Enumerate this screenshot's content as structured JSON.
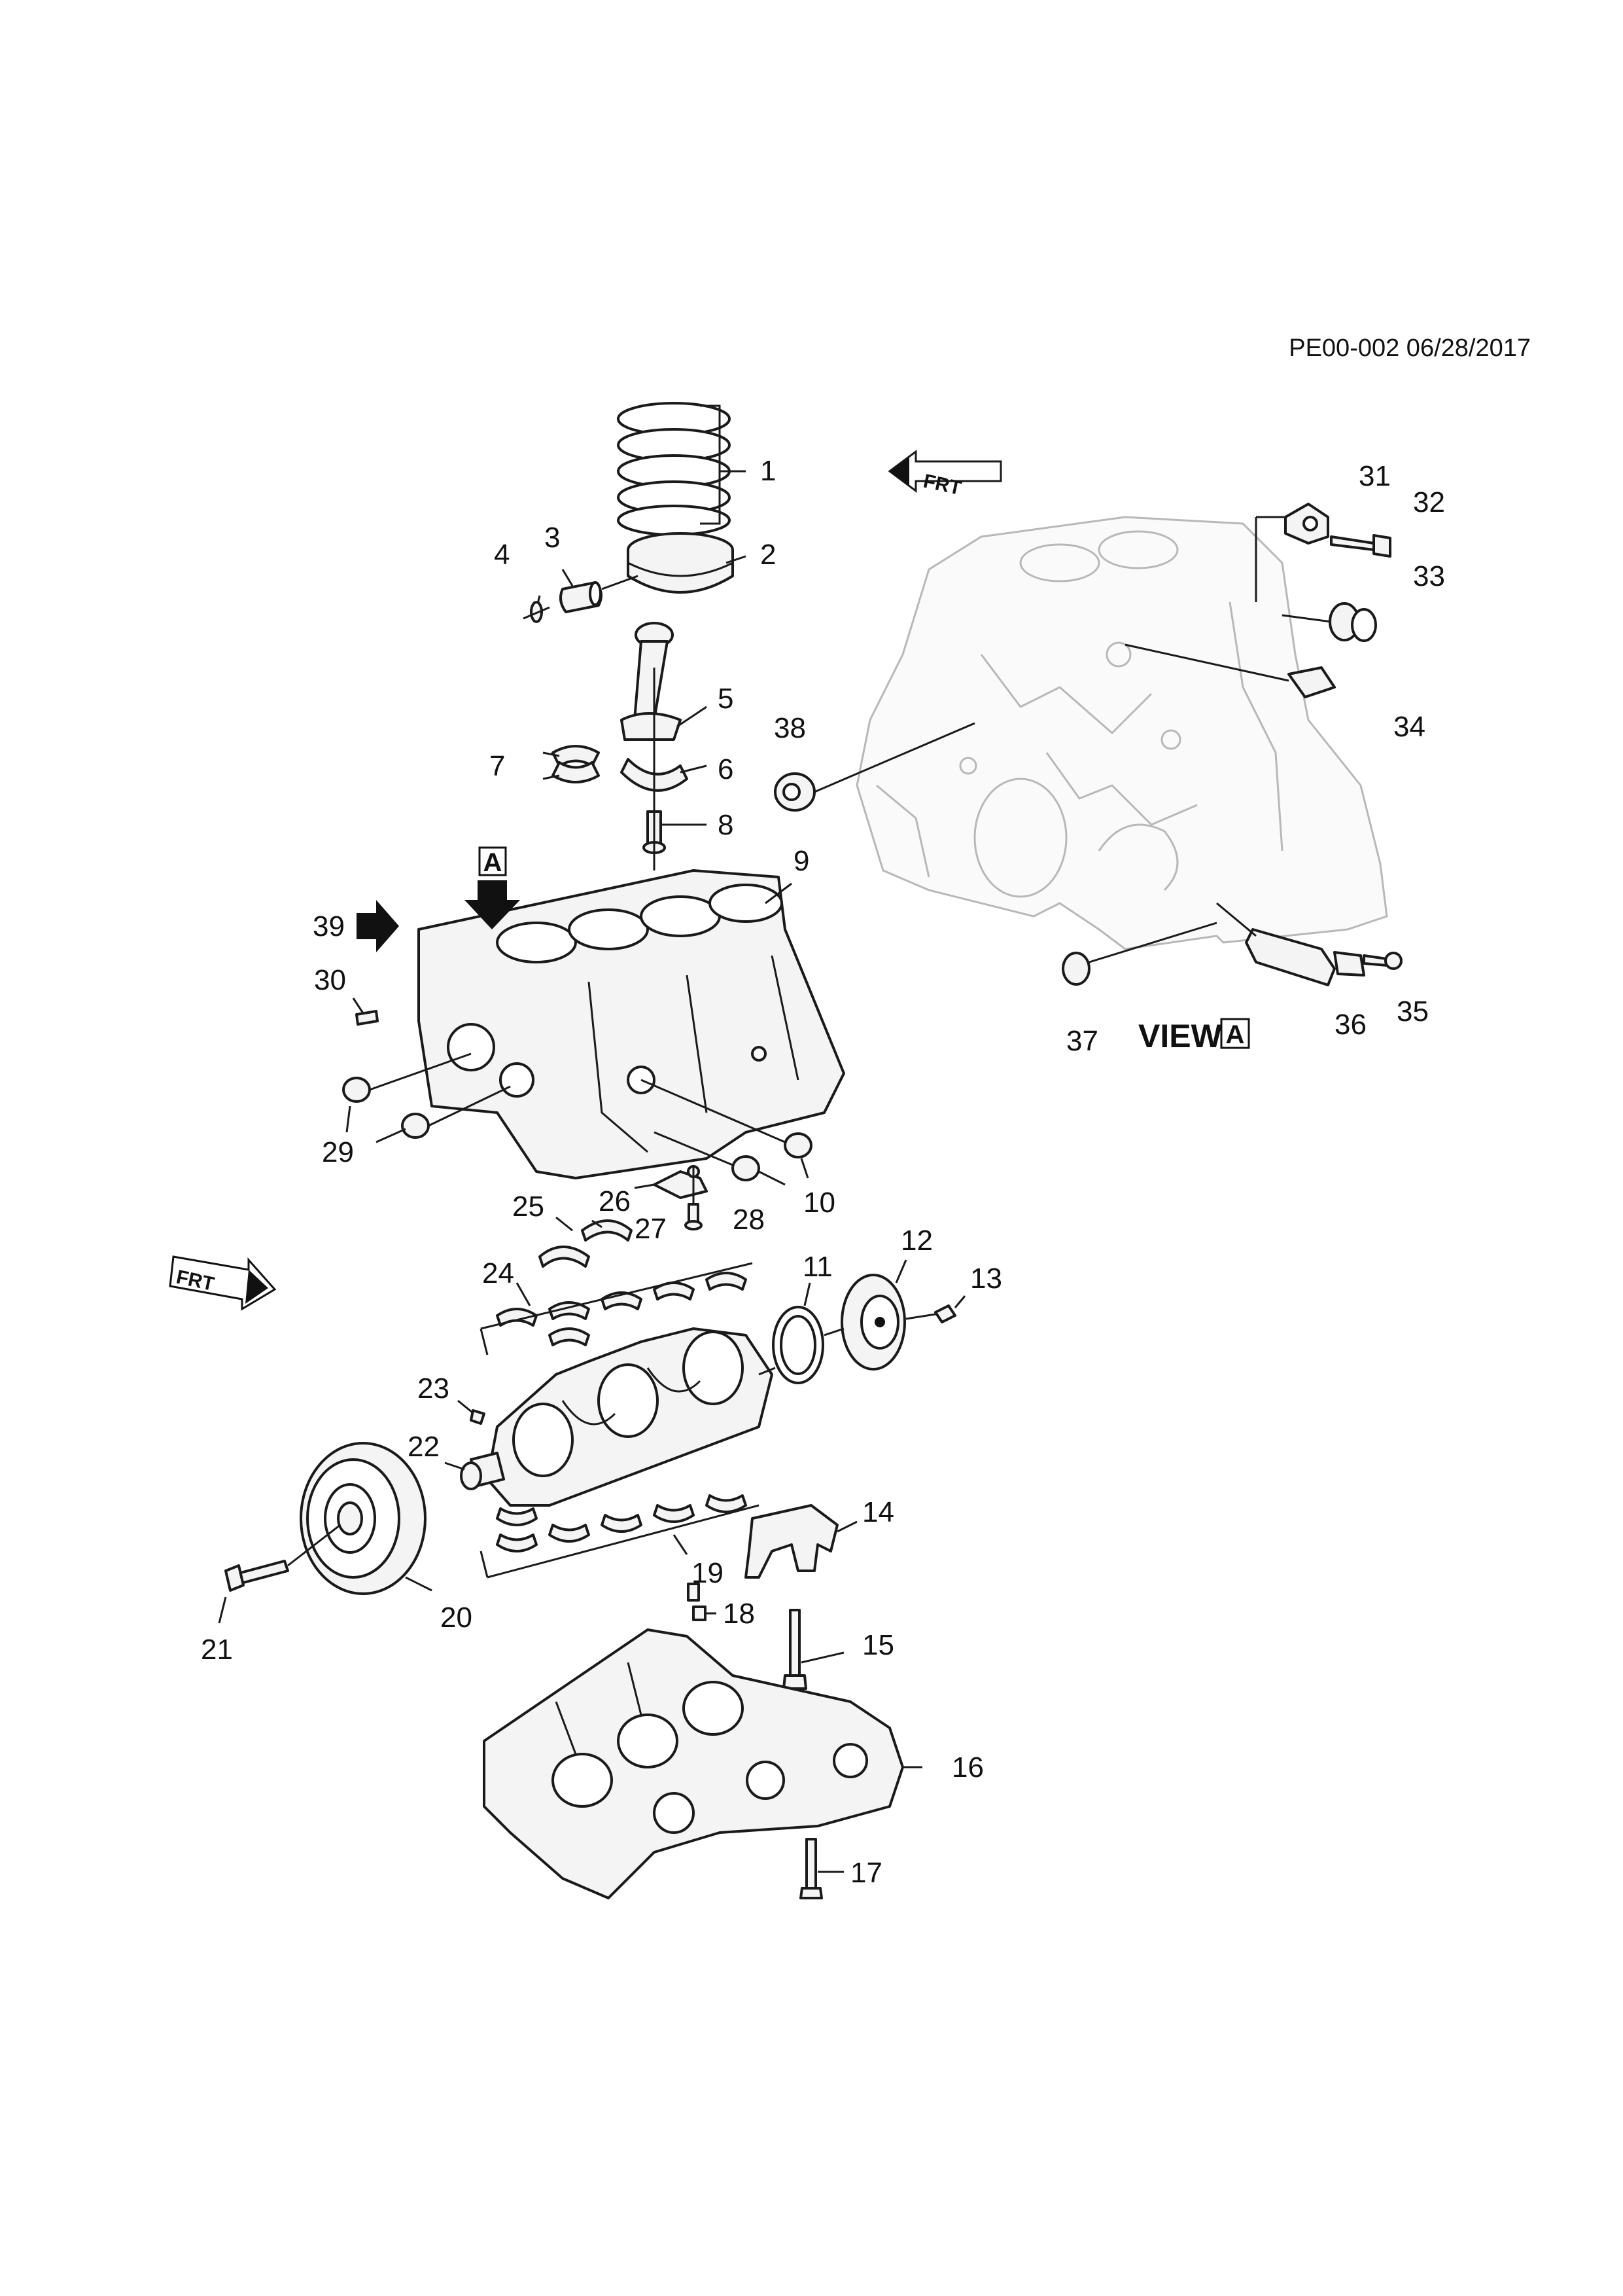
{
  "header": {
    "code": "PE00-002 06/28/2017"
  },
  "view_label": {
    "text": "VIEW",
    "letter": "A"
  },
  "arrow_label": {
    "letter": "A"
  },
  "frt_marks": [
    "FRT",
    "FRT"
  ],
  "callouts": [
    "1",
    "2",
    "3",
    "4",
    "5",
    "6",
    "7",
    "8",
    "9",
    "10",
    "11",
    "12",
    "13",
    "14",
    "15",
    "16",
    "17",
    "18",
    "19",
    "20",
    "21",
    "22",
    "23",
    "24",
    "25",
    "26",
    "27",
    "28",
    "29",
    "30",
    "31",
    "32",
    "33",
    "34",
    "35",
    "36",
    "37",
    "38",
    "39"
  ],
  "colors": {
    "line": "#1a1a1a",
    "ghost": "#b8b8b8",
    "background": "#ffffff"
  }
}
